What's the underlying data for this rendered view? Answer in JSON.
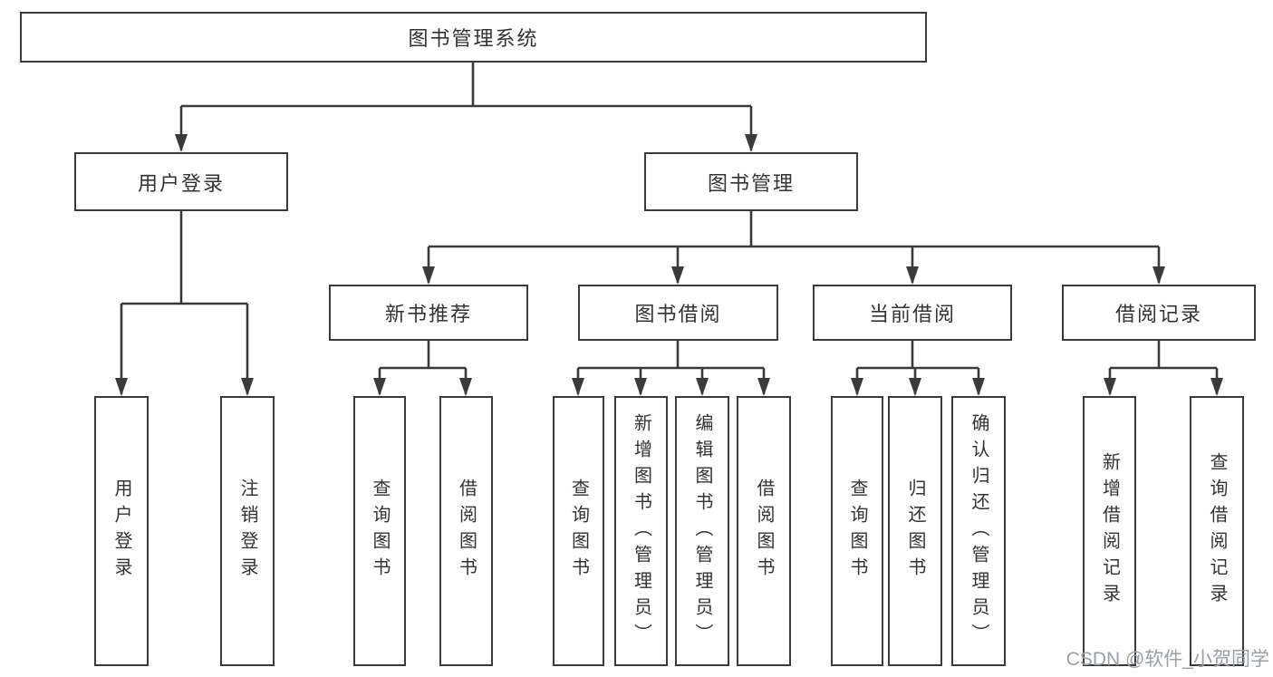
{
  "diagram": {
    "root_label": "图书管理系统",
    "level2": [
      {
        "label": "用户登录",
        "children": [
          "用户登录",
          "注销登录"
        ]
      },
      {
        "label": "图书管理"
      }
    ],
    "level3": [
      {
        "label": "新书推荐",
        "children": [
          "查询图书",
          "借阅图书"
        ]
      },
      {
        "label": "图书借阅",
        "children": [
          "查询图书",
          "新增图书（管理员）",
          "编辑图书（管理员）",
          "借阅图书"
        ]
      },
      {
        "label": "当前借阅",
        "children": [
          "查询图书",
          "归还图书",
          "确认归还（管理员）"
        ]
      },
      {
        "label": "借阅记录",
        "children": [
          "新增借阅记录",
          "查询借阅记录"
        ]
      }
    ],
    "watermark": "CSDN @软件_小贺同学"
  },
  "colors": {
    "line": "#3a3a3a",
    "text": "#333333",
    "watermark": "#9aa0a6",
    "background": "#ffffff"
  }
}
